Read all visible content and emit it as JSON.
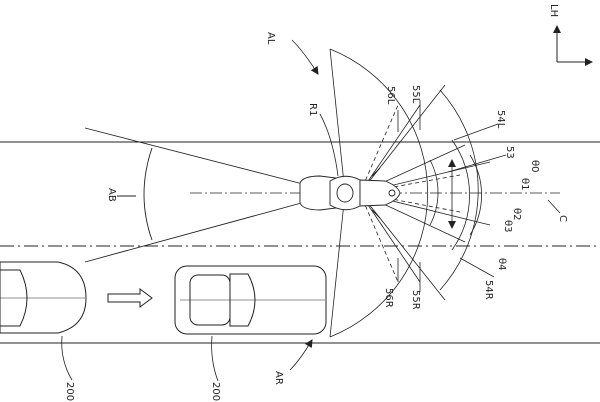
{
  "labels": {
    "AL": "AL",
    "AR": "AR",
    "AB": "AB",
    "R1": "R1",
    "C": "C",
    "LH": "LH",
    "n53": "53",
    "n54L": "54L",
    "n54R": "54R",
    "n55L": "55L",
    "n55R": "55R",
    "n56L": "56L",
    "n56R": "56R",
    "theta0": "θ0",
    "theta1": "θ1",
    "theta2": "θ2",
    "theta3": "θ3",
    "theta4": "θ4",
    "veh200a": "200",
    "veh200b": "200"
  }
}
